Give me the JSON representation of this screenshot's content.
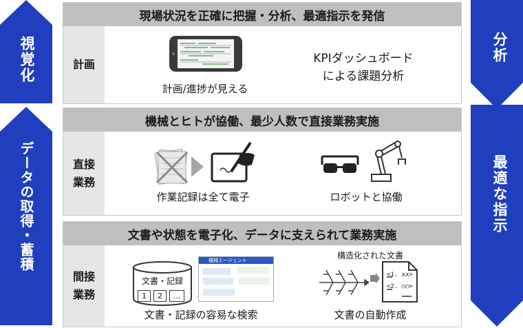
{
  "left_arrows": {
    "top": "視覚化",
    "bottom": "データの取得・蓄積"
  },
  "right_arrows": {
    "top": "分析",
    "bottom": "最適な指示"
  },
  "panels": [
    {
      "header": "現場状況を正確に把握・分析、最適指示を発信",
      "side": "計画",
      "captions": [
        "計画/進捗が見える"
      ],
      "kpi_line1": "KPIダッシュボード",
      "kpi_line2": "による課題分析"
    },
    {
      "header": "機械とヒトが協働、最少人数で直接業務実施",
      "side_line1": "直接",
      "side_line2": "業務",
      "captions": [
        "作業記録は全て電子",
        "ロボットと協働"
      ]
    },
    {
      "header": "文書や状態を電子化、データに支えられて業務実施",
      "side_line1": "間接",
      "side_line2": "業務",
      "captions": [
        "文書・記録の容易な検索",
        "文書の自動作成"
      ],
      "db_label": "文書・記録",
      "db_nums": [
        "1",
        "2",
        "…"
      ],
      "structured_label": "構造化された文書",
      "doc_lines": [
        "<1. xx>",
        "<2. ○○>"
      ],
      "screen_title": "機械エージェント"
    }
  ],
  "colors": {
    "arrow_blue": "#1f3fbf",
    "header_gray": "#bfbfbf",
    "side_gray": "#e6e6e6"
  }
}
